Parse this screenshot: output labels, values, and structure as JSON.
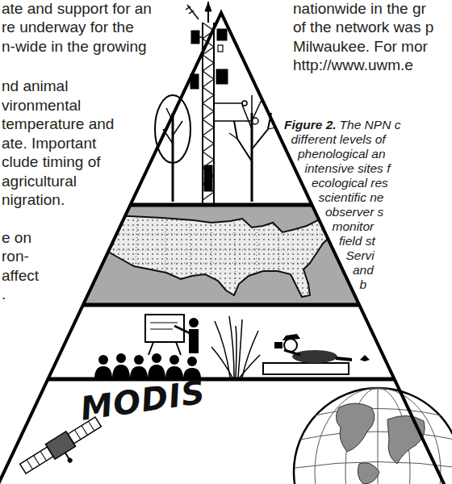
{
  "diagram": {
    "labels": [
      "ate and support for an",
      "re underway for the",
      "n-wide in the growing",
      "nd animal",
      "vironmental",
      "temperature and",
      "ate. Important",
      "clude timing of",
      "agricultural",
      "nigration.",
      "e on",
      "ron-",
      "affect",
      ".",
      "nationwide in the gr",
      "of the network was p",
      "Milwaukee. For mor",
      "http://www.uwm.e",
      "Figure 2.",
      "The NPN c",
      "different levels of",
      "phenological an",
      "intensive sites f",
      "ecological res",
      "scientific ne",
      "observer s",
      "monitor",
      "field st",
      "Servi",
      "and",
      "b",
      "MODIS"
    ]
  }
}
